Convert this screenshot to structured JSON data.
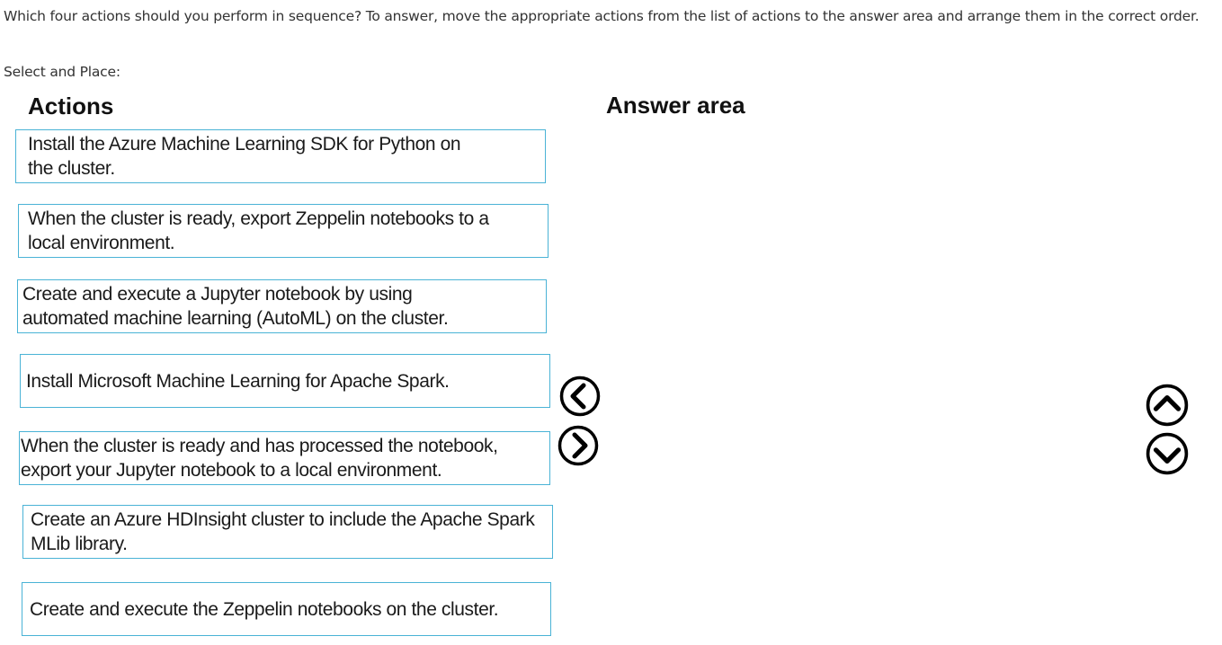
{
  "question": {
    "text": "Which four actions should you perform in sequence? To answer, move the appropriate actions from the list of actions to the answer area and arrange them in the correct order.",
    "instruction": "Select and Place:"
  },
  "actions_panel": {
    "heading": "Actions",
    "items": [
      {
        "text": "Install the Azure Machine Learning SDK for Python on the cluster."
      },
      {
        "text": "When the cluster is ready, export Zeppelin notebooks to a local environment."
      },
      {
        "text": "Create and execute a Jupyter notebook by using automated machine learning (AutoML) on the cluster."
      },
      {
        "text": "Install Microsoft Machine Learning for Apache Spark."
      },
      {
        "text": "When the cluster is ready and has processed the notebook, export your Jupyter notebook to a local environment."
      },
      {
        "text": "Create an Azure HDInsight cluster to include the Apache Spark MLib library."
      },
      {
        "text": "Create and execute the Zeppelin notebooks on the cluster."
      }
    ]
  },
  "answer_panel": {
    "heading": "Answer area",
    "items": []
  },
  "controls": {
    "move_left_icon": "chevron-left-circle-icon",
    "move_right_icon": "chevron-right-circle-icon",
    "move_up_icon": "chevron-up-circle-icon",
    "move_down_icon": "chevron-down-circle-icon"
  },
  "colors": {
    "box_border": "#4ab3d6",
    "icon": "#000000"
  }
}
